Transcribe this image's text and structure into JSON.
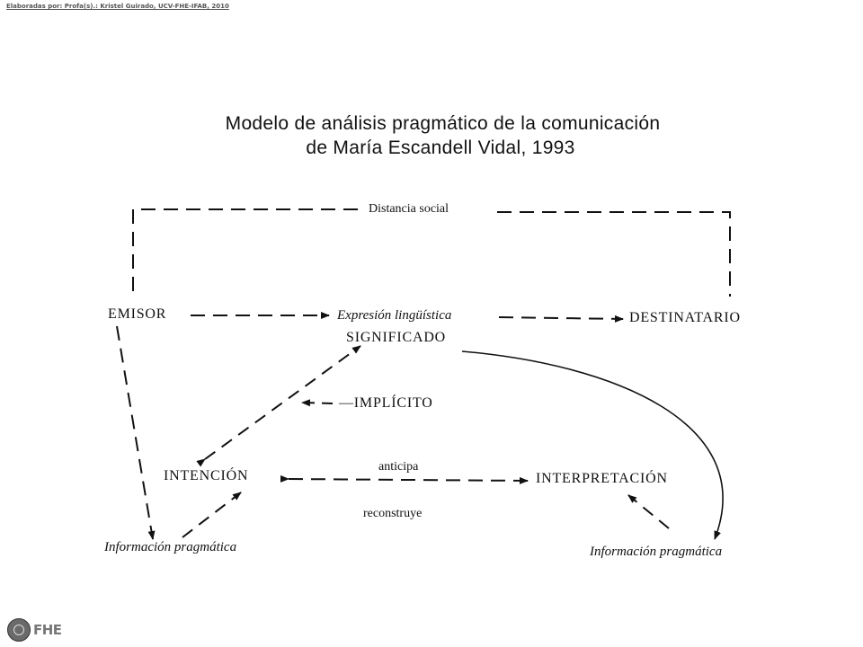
{
  "credit": "Elaboradas por: Profa(s).: Kristel Guirado, UCV-FHE-IFAB, 2010",
  "title": {
    "line1": "Modelo de análisis pragmático de la comunicación",
    "line2": "de María Escandell Vidal, 1993"
  },
  "nodes": {
    "distancia": "Distancia social",
    "emisor": "EMISOR",
    "expresion": "Expresión lingüística",
    "destinatario": "DESTINATARIO",
    "significado": "SIGNIFICADO",
    "implicito": "—IMPLÍCITO",
    "intencion": "INTENCIÓN",
    "anticipa": "anticipa",
    "interpretacion": "INTERPRETACIÓN",
    "reconstruye": "reconstruye",
    "info_left": "Información pragmática",
    "info_right": "Información pragmática"
  },
  "logo": {
    "text": "FHE",
    "icon": "university-seal-icon"
  }
}
